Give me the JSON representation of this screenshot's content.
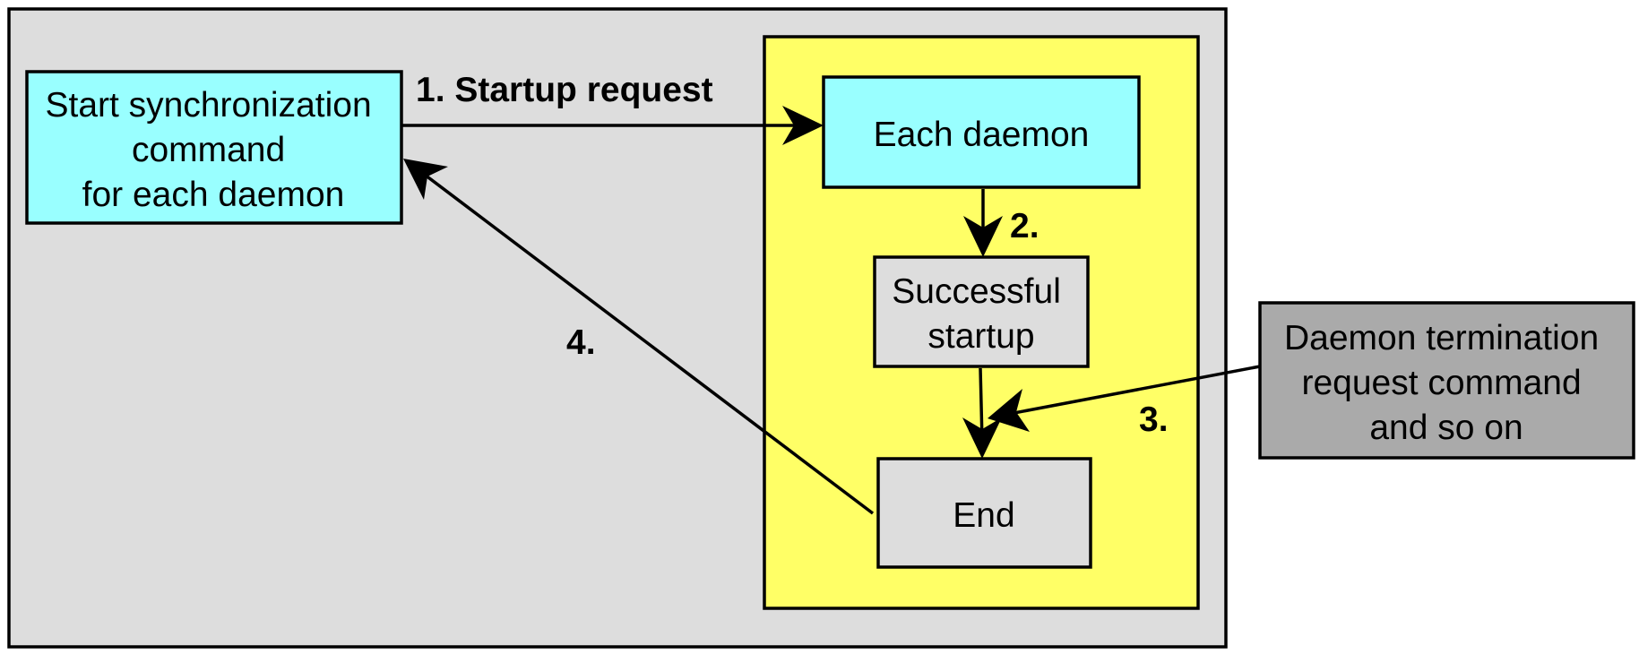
{
  "nodes": {
    "start_command": {
      "lines": [
        "Start synchronization",
        "command",
        "for each daemon"
      ]
    },
    "each_daemon": {
      "lines": [
        "Each daemon"
      ]
    },
    "successful_startup": {
      "lines": [
        "Successful",
        "startup"
      ]
    },
    "end": {
      "lines": [
        "End"
      ]
    },
    "termination_command": {
      "lines": [
        "Daemon termination",
        "request command",
        "and so on"
      ]
    }
  },
  "edges": {
    "step1": {
      "label": "1. Startup request"
    },
    "step2": {
      "label": "2."
    },
    "step3": {
      "label": "3."
    },
    "step4": {
      "label": "4."
    }
  },
  "colors": {
    "outer_background": "#dddddd",
    "group_background": "#ffff66",
    "cyan_box": "#99ffff",
    "light_gray_box": "#dddddd",
    "dark_gray_box": "#aaaaaa",
    "stroke": "#000000"
  }
}
